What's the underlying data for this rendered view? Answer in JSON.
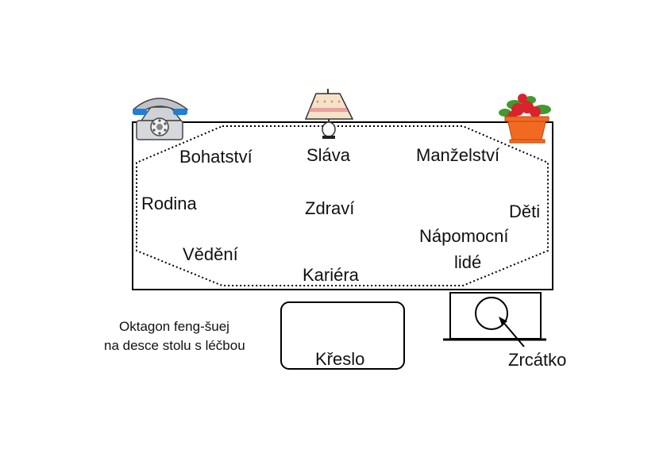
{
  "zones": {
    "bohatstvi": "Bohatství",
    "slava": "Sláva",
    "manzelstvi": "Manželství",
    "rodina": "Rodina",
    "zdravi": "Zdraví",
    "deti": "Děti",
    "vedeni": "Vědění",
    "kariera": "Kariéra",
    "napomocni_line1": "Nápomocní",
    "napomocni_line2": "lidé"
  },
  "caption": {
    "line1": "Oktagon feng-šuej",
    "line2": "na desce stolu s léčbou"
  },
  "furniture": {
    "chair": "Křeslo",
    "mirror": "Zrcátko"
  },
  "icons": {
    "phone": "telephone-icon",
    "lamp": "lamp-icon",
    "plant": "flower-pot-icon"
  },
  "colors": {
    "phone_blue": "#1e7fd8",
    "lamp_shade": "#f6e2c6",
    "lamp_stripe": "#e7a1a1",
    "pot": "#f26a22",
    "flowers": "#d9232d",
    "leaves": "#3f9b2f"
  }
}
